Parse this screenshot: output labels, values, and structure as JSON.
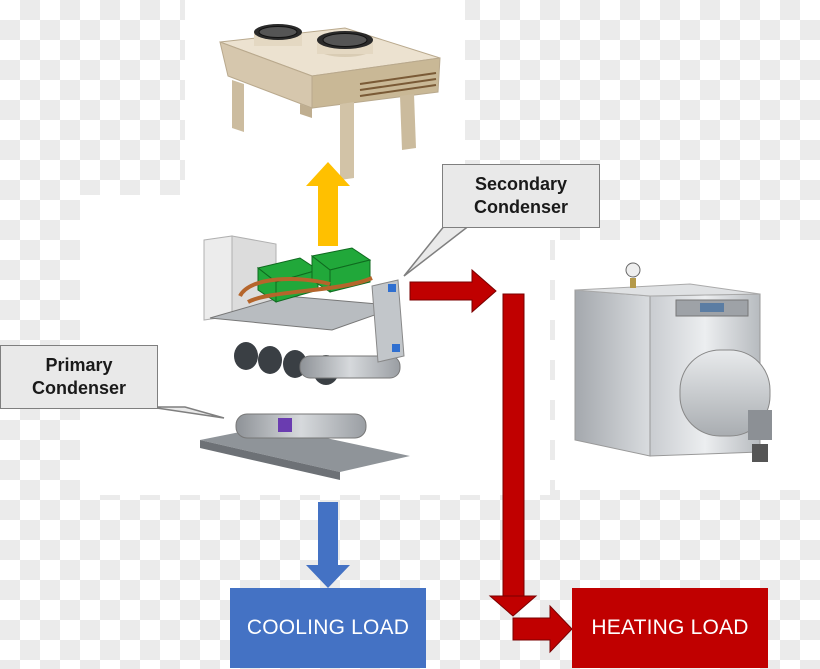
{
  "labels": {
    "secondary_line1": "Secondary",
    "secondary_line2": "Condenser",
    "primary_line1": "Primary",
    "primary_line2": "Condenser",
    "cooling_load": "COOLING LOAD",
    "heating_load": "HEATING LOAD"
  },
  "colors": {
    "cooling": "#4472c4",
    "heating": "#c00000",
    "dry_cooler_arrow": "#ffc000",
    "callout_fill": "#e9e9e9"
  }
}
